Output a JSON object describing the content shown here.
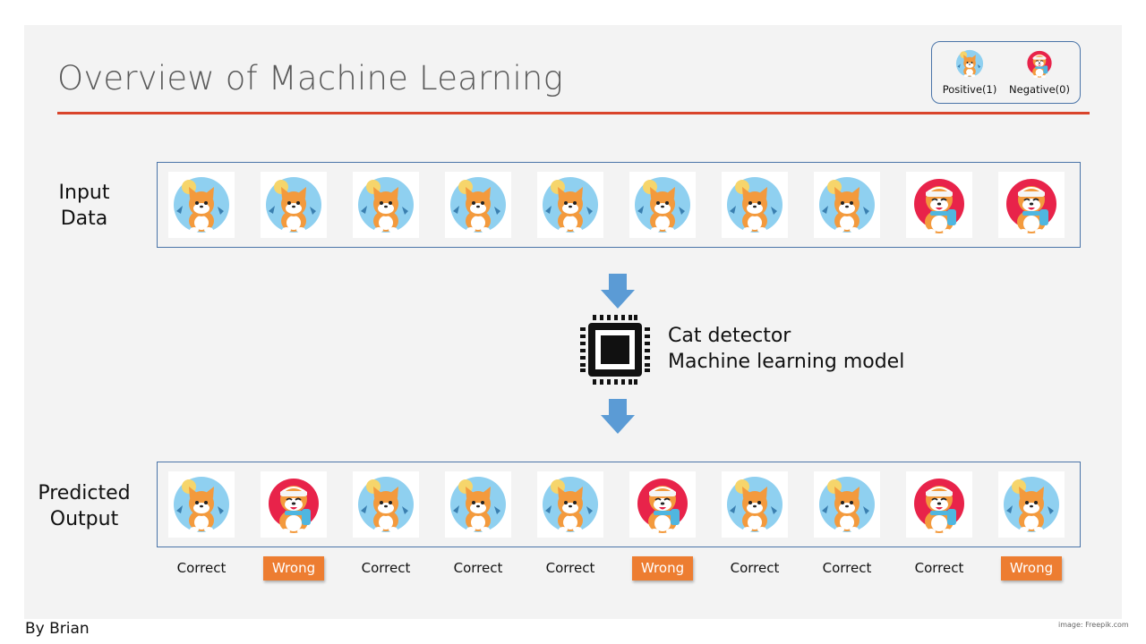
{
  "title": "Overview of Machine Learning",
  "legend": {
    "positive": {
      "label": "Positive(1)",
      "icon": "cat-icon"
    },
    "negative": {
      "label": "Negative(0)",
      "icon": "dog-icon"
    }
  },
  "input": {
    "label_line1": "Input",
    "label_line2": "Data",
    "items": [
      "cat",
      "cat",
      "cat",
      "cat",
      "cat",
      "cat",
      "cat",
      "cat",
      "dog",
      "dog"
    ]
  },
  "model": {
    "icon": "processor-chip-icon",
    "line1": "Cat detector",
    "line2": "Machine learning model"
  },
  "output": {
    "label_line1": "Predicted",
    "label_line2": "Output",
    "items": [
      "cat",
      "dog",
      "cat",
      "cat",
      "cat",
      "dog",
      "cat",
      "cat",
      "dog",
      "cat"
    ]
  },
  "results": [
    "Correct",
    "Wrong",
    "Correct",
    "Correct",
    "Correct",
    "Wrong",
    "Correct",
    "Correct",
    "Correct",
    "Wrong"
  ],
  "colors": {
    "wrong": "#ed7d31",
    "title_rule": "#d9442b",
    "box_border": "#4a74a8",
    "arrow": "#5b9bd5"
  },
  "author": "By Brian",
  "credit": "image: Freepik.com"
}
